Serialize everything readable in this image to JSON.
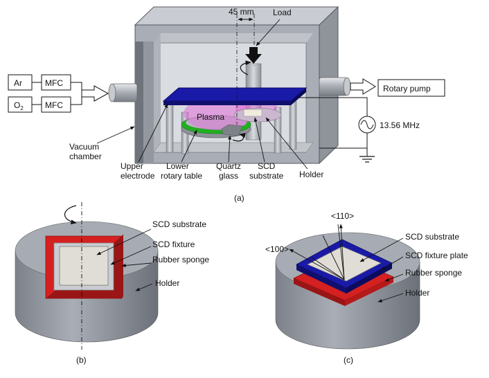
{
  "diagram": {
    "panel_a": {
      "gas1": "Ar",
      "gas2_base": "O",
      "gas2_sub": "2",
      "mfc1": "MFC",
      "mfc2": "MFC",
      "dimension": "45 mm",
      "load": "Load",
      "plasma": "Plasma",
      "rotary_pump": "Rotary pump",
      "frequency": "13.56 MHz",
      "vacuum_line1": "Vacuum",
      "vacuum_line2": "chamber",
      "upper_line1": "Upper",
      "upper_line2": "electrode",
      "lower_line1": "Lower",
      "lower_line2": "rotary table",
      "quartz_line1": "Quartz",
      "quartz_line2": "glass",
      "scd_line1": "SCD",
      "scd_line2": "substrate",
      "holder": "Holder",
      "caption": "(a)"
    },
    "panel_b": {
      "scd_substrate": "SCD substrate",
      "scd_fixture": "SCD fixture",
      "rubber_sponge": "Rubber sponge",
      "holder": "Holder",
      "caption": "(b)"
    },
    "panel_c": {
      "dir110": "<110>",
      "dir100": "<100>",
      "scd_substrate": "SCD substrate",
      "scd_fixture_plate": "SCD fixture plate",
      "rubber_sponge": "Rubber sponge",
      "holder": "Holder",
      "caption": "(c)"
    }
  },
  "colors": {
    "electrode": "#1a1aa8",
    "rubber": "#d42020",
    "plasma": "#e070d8",
    "table_ring": "#20b020",
    "chamber": "#a8adb6",
    "substrate": "#e0ddd6"
  }
}
